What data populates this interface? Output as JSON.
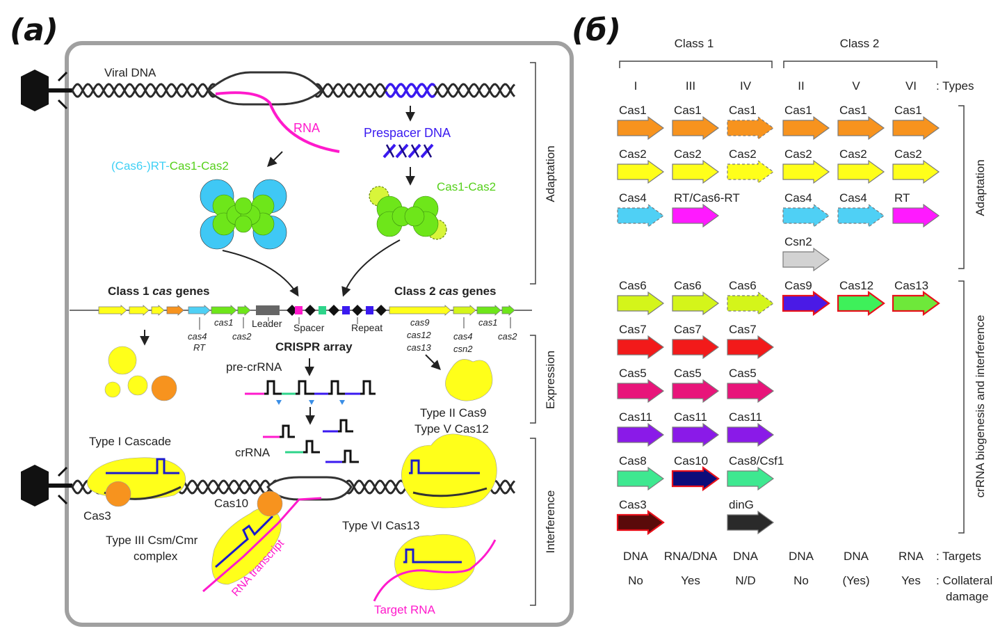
{
  "panels": {
    "a": "(a)",
    "b": "(б)"
  },
  "left": {
    "viral_dna": "Viral DNA",
    "rna": "RNA",
    "prespacer": "Prespacer DNA",
    "rt_cas_part1": "(Cas6-)RT-",
    "rt_cas_part2": "Cas1-Cas2",
    "cas1cas2": "Cas1-Cas2",
    "class1_pre": "Class 1 ",
    "class1_cas": "cas",
    "class1_post": " genes",
    "class2_pre": "Class 2 ",
    "class2_cas": "cas",
    "class2_post": " genes",
    "leader": "Leader",
    "spacer": "Spacer",
    "repeat": "Repeat",
    "crispr_array": "CRISPR array",
    "pre_crrna": "pre-crRNA",
    "crrna": "crRNA",
    "gene_labels": {
      "cas1_left": "cas1",
      "cas2_left": "cas2",
      "cas4": "cas4",
      "rt": "RT",
      "cas9": "cas9",
      "cas12": "cas12",
      "cas13": "cas13",
      "cas4_right": "cas4",
      "csn2": "csn2",
      "cas1_right": "cas1",
      "cas2_right": "cas2"
    },
    "type2_cas9": "Type II Cas9",
    "type5_cas12": "Type V Cas12",
    "type1_cascade": "Type I Cascade",
    "cas3": "Cas3",
    "cas10": "Cas10",
    "type3_line1": "Type III Csm/Cmr",
    "type3_line2": "complex",
    "rna_transcript": "RNA transcript",
    "type6": "Type VI Cas13",
    "target_rna": "Target RNA",
    "stages": [
      "Adaptation",
      "Expression",
      "Interference"
    ]
  },
  "right": {
    "class1": "Class 1",
    "class2": "Class 2",
    "types": [
      "I",
      "III",
      "IV",
      "II",
      "V",
      "VI"
    ],
    "types_label": ": Types",
    "adaptation_label": "Adaptation",
    "crrna_label": "crRNA biogenesis and interference",
    "targets": [
      "DNA",
      "RNA/DNA",
      "DNA",
      "DNA",
      "DNA",
      "RNA"
    ],
    "targets_label": ": Targets",
    "collateral": [
      "No",
      "Yes",
      "N/D",
      "No",
      "(Yes)",
      "Yes"
    ],
    "collateral_label1": ": Collateral",
    "collateral_label2": "damage",
    "genes": [
      {
        "label": "Cas1",
        "col": 0,
        "row": 0,
        "fill": "#f7931e",
        "dashed": false,
        "red": false
      },
      {
        "label": "Cas1",
        "col": 1,
        "row": 0,
        "fill": "#f7931e",
        "dashed": false,
        "red": false
      },
      {
        "label": "Cas1",
        "col": 2,
        "row": 0,
        "fill": "#f7931e",
        "dashed": true,
        "red": false
      },
      {
        "label": "Cas1",
        "col": 3,
        "row": 0,
        "fill": "#f7931e",
        "dashed": false,
        "red": false
      },
      {
        "label": "Cas1",
        "col": 4,
        "row": 0,
        "fill": "#f7931e",
        "dashed": false,
        "red": false
      },
      {
        "label": "Cas1",
        "col": 5,
        "row": 0,
        "fill": "#f7931e",
        "dashed": false,
        "red": false
      },
      {
        "label": "Cas2",
        "col": 0,
        "row": 1,
        "fill": "#ffff1a",
        "dashed": false,
        "red": false
      },
      {
        "label": "Cas2",
        "col": 1,
        "row": 1,
        "fill": "#ffff1a",
        "dashed": false,
        "red": false
      },
      {
        "label": "Cas2",
        "col": 2,
        "row": 1,
        "fill": "#ffff1a",
        "dashed": true,
        "red": false
      },
      {
        "label": "Cas2",
        "col": 3,
        "row": 1,
        "fill": "#ffff1a",
        "dashed": false,
        "red": false
      },
      {
        "label": "Cas2",
        "col": 4,
        "row": 1,
        "fill": "#ffff1a",
        "dashed": false,
        "red": false
      },
      {
        "label": "Cas2",
        "col": 5,
        "row": 1,
        "fill": "#ffff1a",
        "dashed": false,
        "red": false
      },
      {
        "label": "Cas4",
        "col": 0,
        "row": 2,
        "fill": "#4fd0f5",
        "dashed": true,
        "red": false
      },
      {
        "label": "RT/Cas6-RT",
        "col": 1,
        "row": 2,
        "fill": "#ff1aff",
        "dashed": false,
        "red": false
      },
      {
        "label": "Cas4",
        "col": 3,
        "row": 2,
        "fill": "#4fd0f5",
        "dashed": true,
        "red": false
      },
      {
        "label": "Cas4",
        "col": 4,
        "row": 2,
        "fill": "#4fd0f5",
        "dashed": true,
        "red": false
      },
      {
        "label": "RT",
        "col": 5,
        "row": 2,
        "fill": "#ff1aff",
        "dashed": false,
        "red": false
      },
      {
        "label": "Csn2",
        "col": 3,
        "row": 3,
        "fill": "#d2d2d2",
        "dashed": false,
        "red": false
      },
      {
        "label": "Cas6",
        "col": 0,
        "row": 4,
        "fill": "#d4f51a",
        "dashed": false,
        "red": false
      },
      {
        "label": "Cas6",
        "col": 1,
        "row": 4,
        "fill": "#d4f51a",
        "dashed": false,
        "red": false
      },
      {
        "label": "Cas6",
        "col": 2,
        "row": 4,
        "fill": "#d4f51a",
        "dashed": true,
        "red": false
      },
      {
        "label": "Cas9",
        "col": 3,
        "row": 4,
        "fill": "#4a1ae6",
        "dashed": false,
        "red": true
      },
      {
        "label": "Cas12",
        "col": 4,
        "row": 4,
        "fill": "#3ef05a",
        "dashed": false,
        "red": true
      },
      {
        "label": "Cas13",
        "col": 5,
        "row": 4,
        "fill": "#6ee83a",
        "dashed": false,
        "red": true
      },
      {
        "label": "Cas7",
        "col": 0,
        "row": 5,
        "fill": "#f21a1a",
        "dashed": false,
        "red": false
      },
      {
        "label": "Cas7",
        "col": 1,
        "row": 5,
        "fill": "#f21a1a",
        "dashed": false,
        "red": false
      },
      {
        "label": "Cas7",
        "col": 2,
        "row": 5,
        "fill": "#f21a1a",
        "dashed": false,
        "red": false
      },
      {
        "label": "Cas5",
        "col": 0,
        "row": 6,
        "fill": "#e8157a",
        "dashed": false,
        "red": false
      },
      {
        "label": "Cas5",
        "col": 1,
        "row": 6,
        "fill": "#e8157a",
        "dashed": false,
        "red": false
      },
      {
        "label": "Cas5",
        "col": 2,
        "row": 6,
        "fill": "#e8157a",
        "dashed": false,
        "red": false
      },
      {
        "label": "Cas11",
        "col": 0,
        "row": 7,
        "fill": "#8a1ae8",
        "dashed": false,
        "red": false
      },
      {
        "label": "Cas11",
        "col": 1,
        "row": 7,
        "fill": "#8a1ae8",
        "dashed": false,
        "red": false
      },
      {
        "label": "Cas11",
        "col": 2,
        "row": 7,
        "fill": "#8a1ae8",
        "dashed": false,
        "red": false
      },
      {
        "label": "Cas8",
        "col": 0,
        "row": 8,
        "fill": "#3ee890",
        "dashed": false,
        "red": false
      },
      {
        "label": "Cas10",
        "col": 1,
        "row": 8,
        "fill": "#0c0c7a",
        "dashed": false,
        "red": true
      },
      {
        "label": "Cas8/Csf1",
        "col": 2,
        "row": 8,
        "fill": "#3ee890",
        "dashed": false,
        "red": false
      },
      {
        "label": "Cas3",
        "col": 0,
        "row": 9,
        "fill": "#5a0a0a",
        "dashed": false,
        "red": true
      },
      {
        "label": "dinG",
        "col": 2,
        "row": 9,
        "fill": "#2a2a2a",
        "dashed": false,
        "red": false
      }
    ]
  }
}
